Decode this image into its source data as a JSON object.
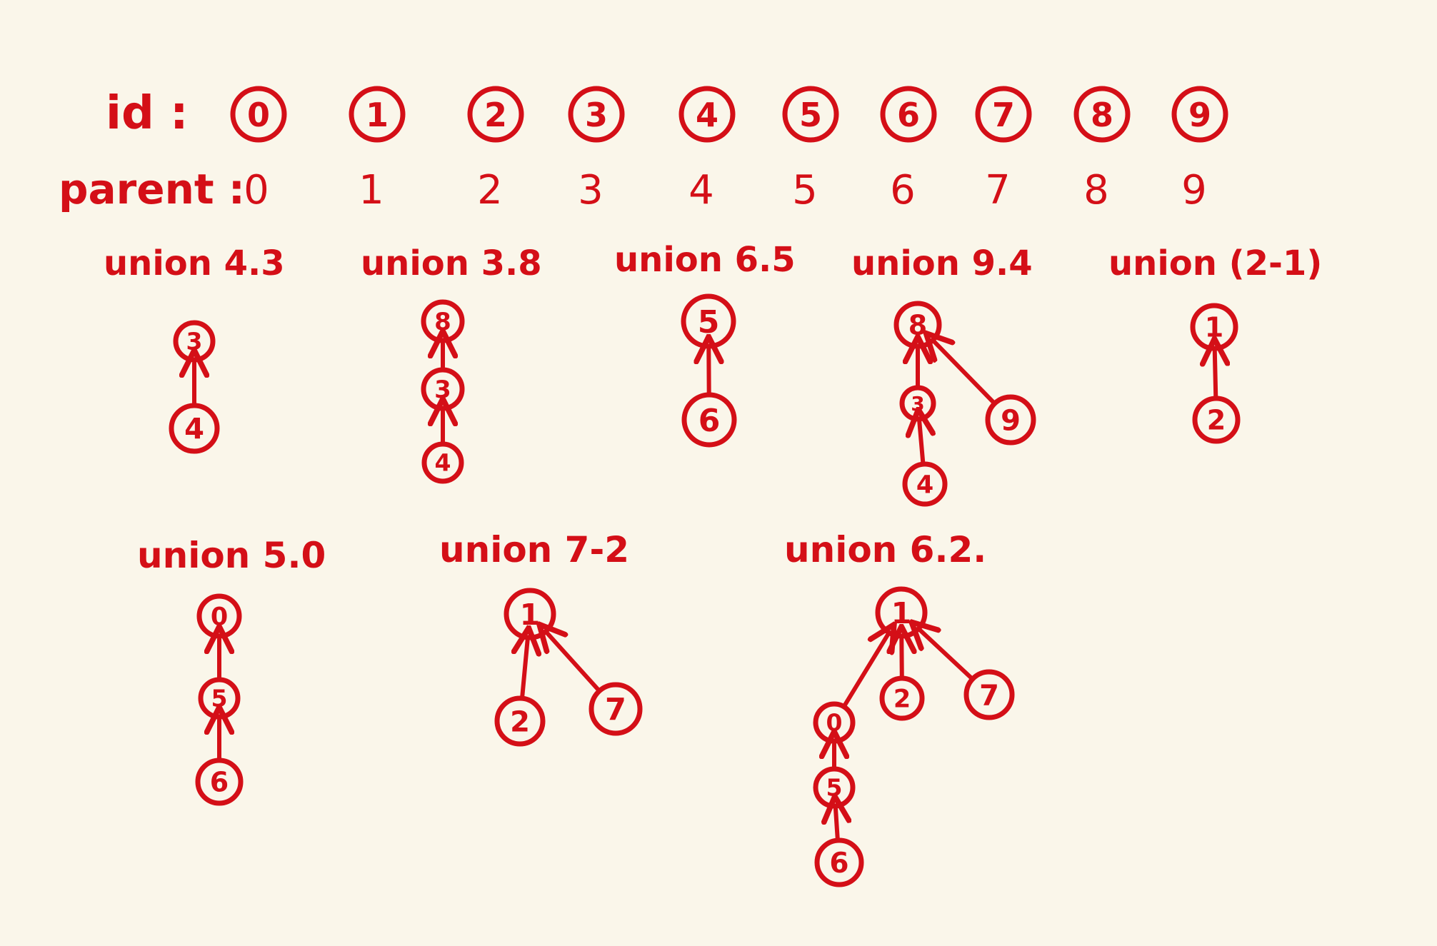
{
  "background": "#faf6ea",
  "ink": "#d40f17",
  "header": {
    "id_label": "id :",
    "parent_label": "parent :",
    "ids": [
      "0",
      "1",
      "2",
      "3",
      "4",
      "5",
      "6",
      "7",
      "8",
      "9"
    ],
    "parents": [
      "0",
      "1",
      "2",
      "3",
      "4",
      "5",
      "6",
      "7",
      "8",
      "9"
    ]
  },
  "steps": [
    {
      "title": "union 4.3",
      "nodes": [
        "3",
        "4"
      ],
      "edges": [
        [
          "4",
          "3"
        ]
      ]
    },
    {
      "title": "union 3.8",
      "nodes": [
        "8",
        "3",
        "4"
      ],
      "edges": [
        [
          "3",
          "8"
        ],
        [
          "4",
          "3"
        ]
      ]
    },
    {
      "title": "union 6.5",
      "nodes": [
        "5",
        "6"
      ],
      "edges": [
        [
          "6",
          "5"
        ]
      ]
    },
    {
      "title": "union 9.4",
      "nodes": [
        "8",
        "3",
        "9",
        "4"
      ],
      "edges": [
        [
          "3",
          "8"
        ],
        [
          "9",
          "8"
        ],
        [
          "4",
          "3"
        ]
      ]
    },
    {
      "title": "union (2-1)",
      "nodes": [
        "1",
        "2"
      ],
      "edges": [
        [
          "2",
          "1"
        ]
      ]
    },
    {
      "title": "union 5.0",
      "nodes": [
        "0",
        "5",
        "6"
      ],
      "edges": [
        [
          "5",
          "0"
        ],
        [
          "6",
          "5"
        ]
      ]
    },
    {
      "title": "union 7-2",
      "nodes": [
        "1",
        "2",
        "7"
      ],
      "edges": [
        [
          "2",
          "1"
        ],
        [
          "7",
          "1"
        ]
      ]
    },
    {
      "title": "union 6.2.",
      "nodes": [
        "1",
        "0",
        "2",
        "7",
        "5",
        "6"
      ],
      "edges": [
        [
          "0",
          "1"
        ],
        [
          "2",
          "1"
        ],
        [
          "7",
          "1"
        ],
        [
          "5",
          "0"
        ],
        [
          "6",
          "5"
        ]
      ]
    }
  ]
}
